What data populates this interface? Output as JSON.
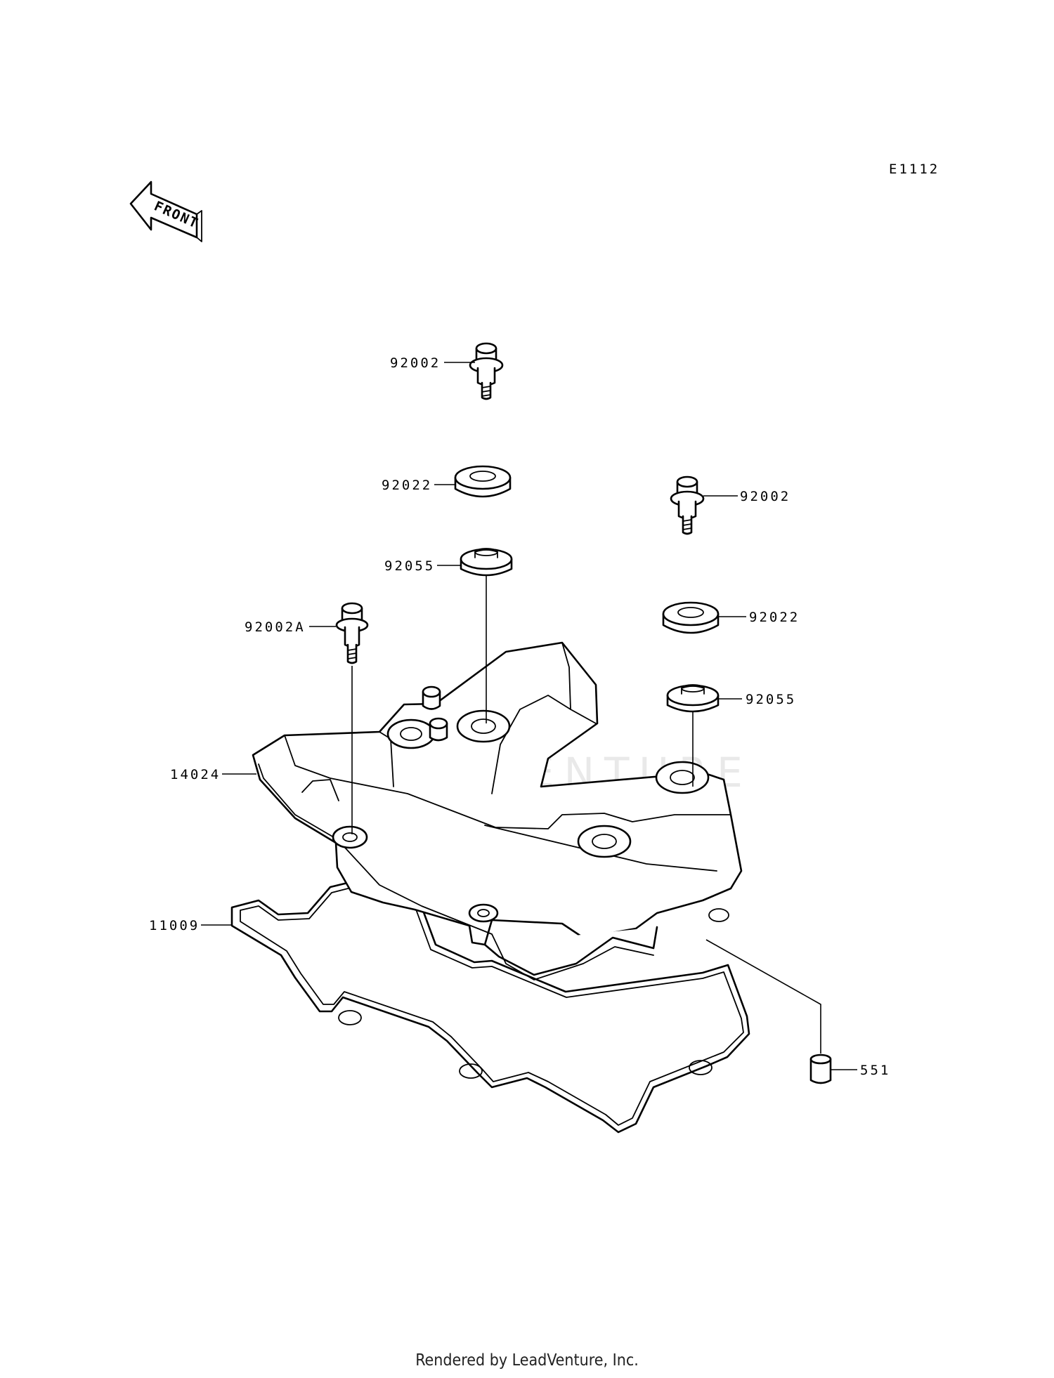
{
  "diagram_code": "E1112",
  "front_label": "FRONT",
  "watermark": "LEADVENTURE",
  "footer": "Rendered by LeadVenture, Inc.",
  "callouts": {
    "bolt_top": "92002",
    "washer_left": "92022",
    "grommet_left": "92055",
    "bolt_a": "92002A",
    "cover": "14024",
    "gasket": "11009",
    "bolt_right": "92002",
    "washer_right": "92022",
    "grommet_right": "92055",
    "dowel": "551"
  }
}
